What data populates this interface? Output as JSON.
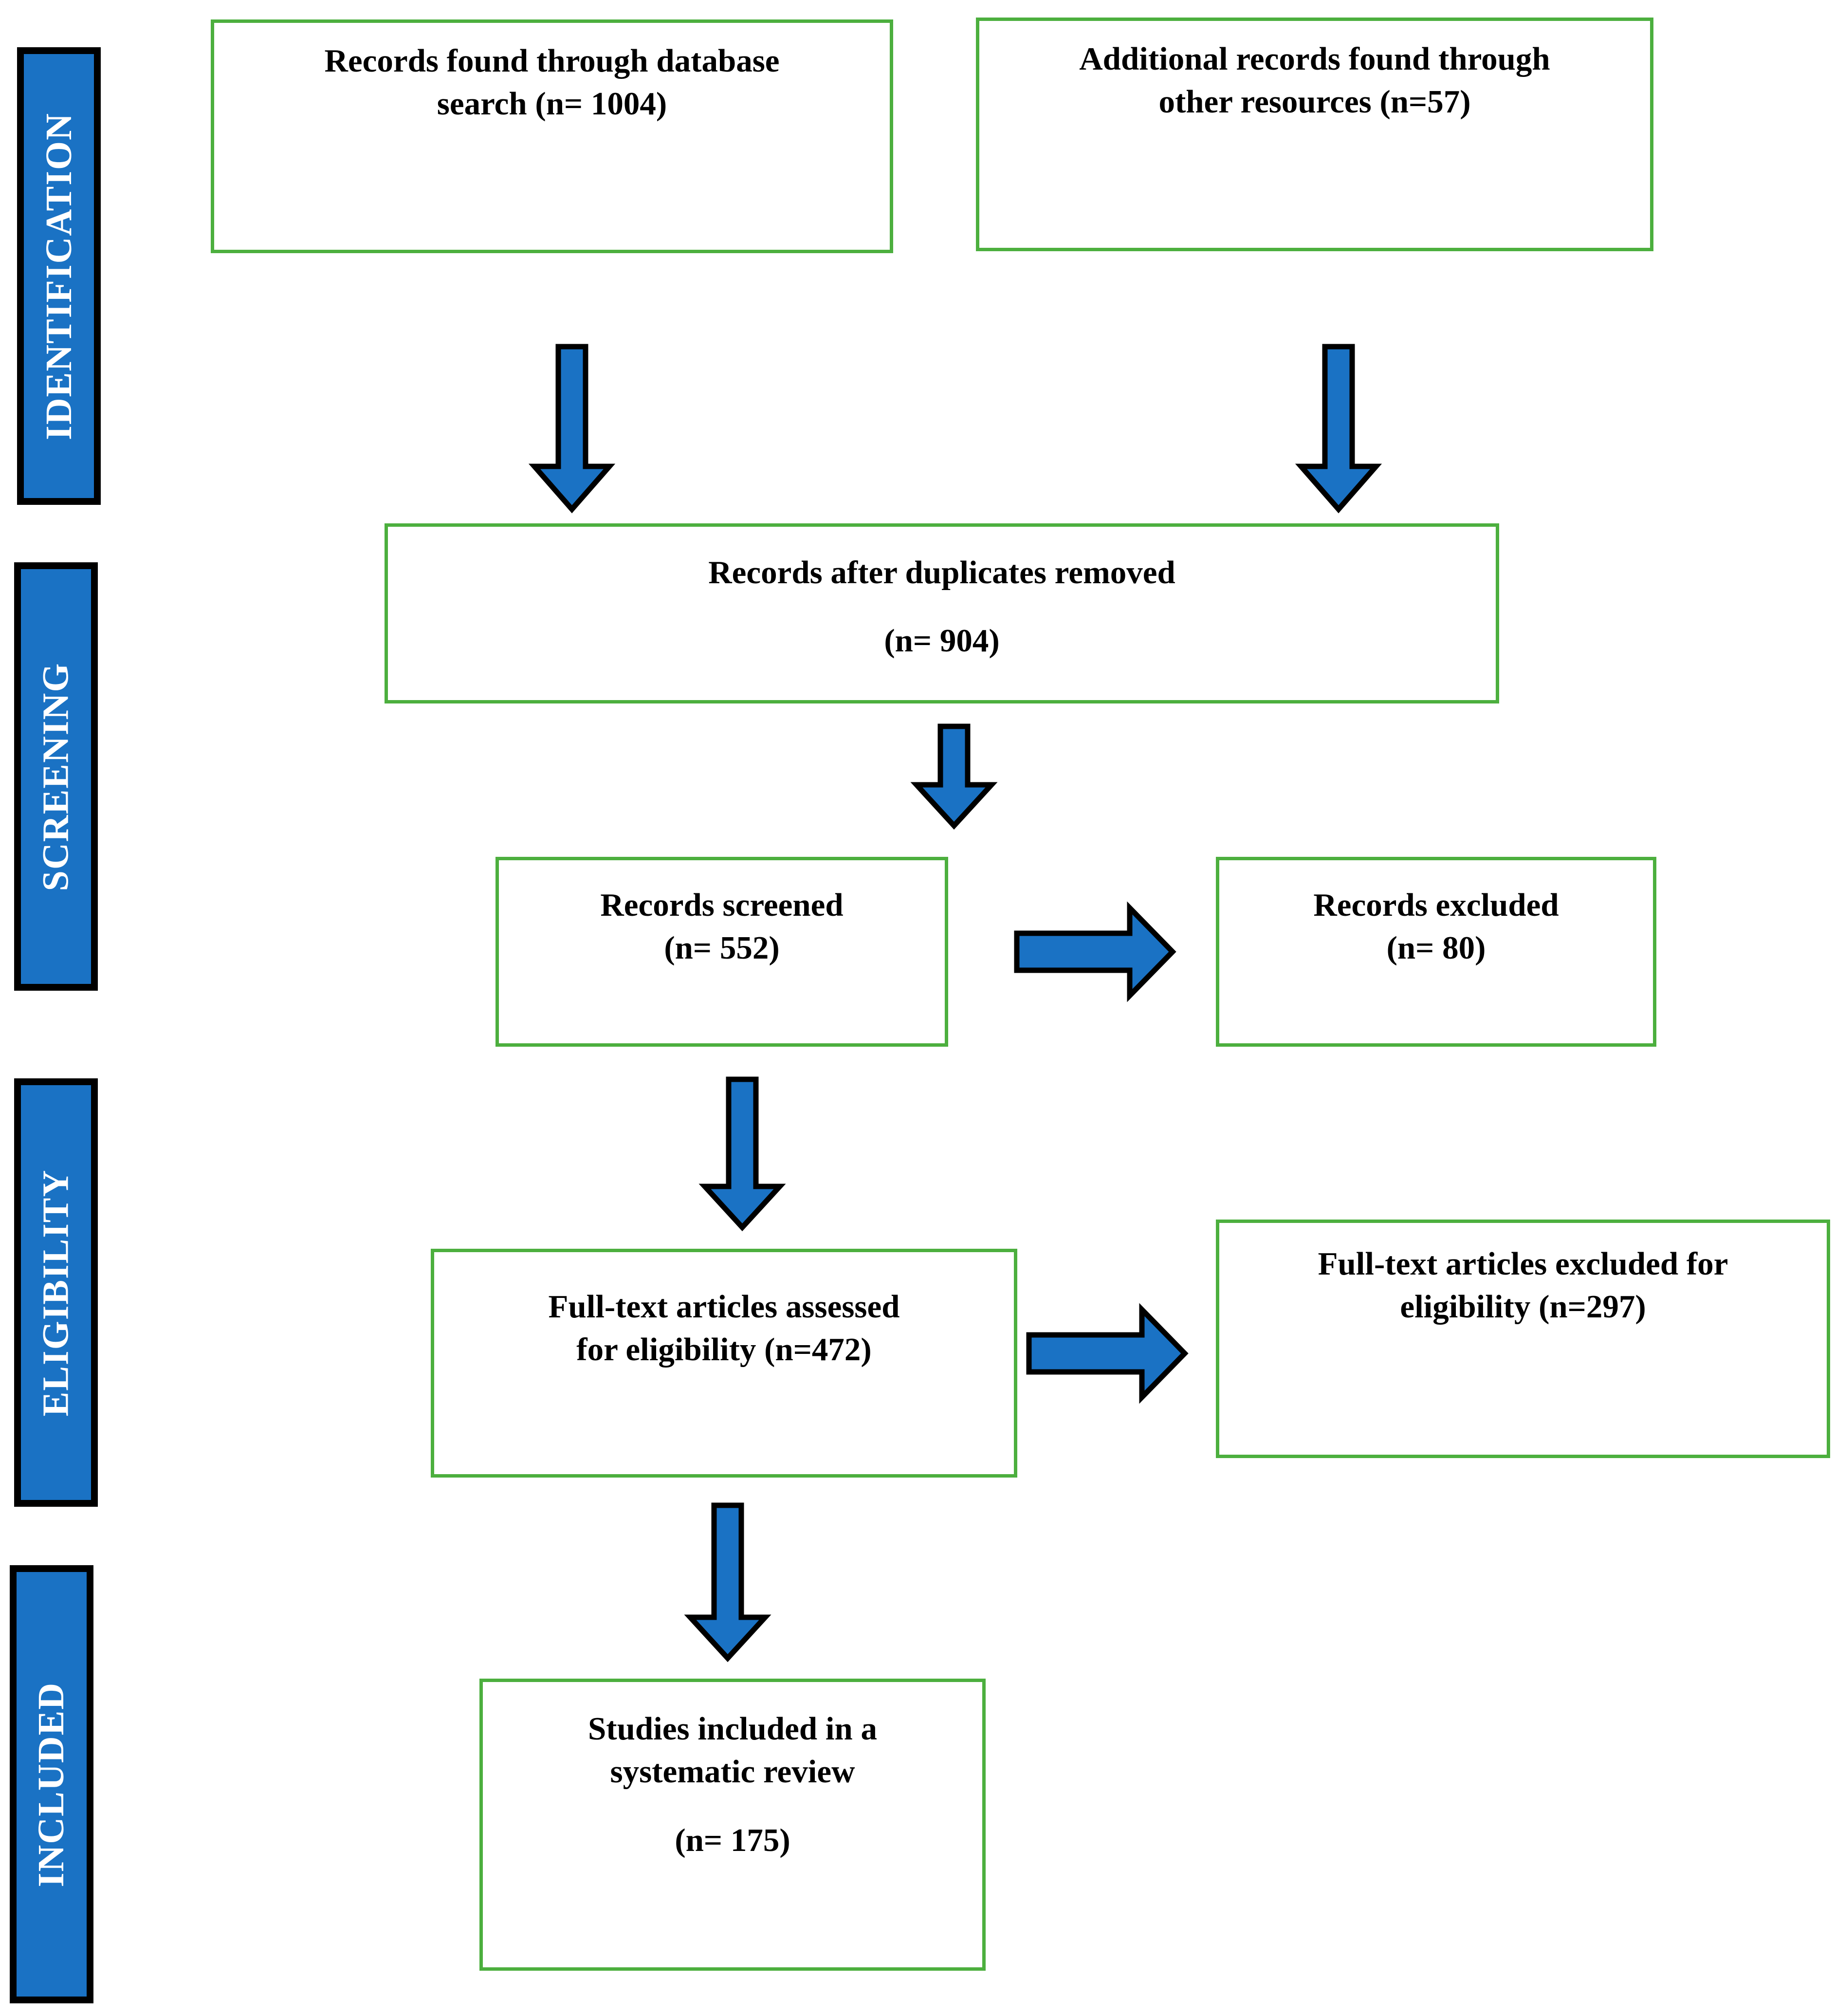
{
  "diagram": {
    "type": "prisma-flow-diagram",
    "title": "PRISMA flow diagram of study selection",
    "accent_colors": {
      "stage_bar_fill": "#1A72C4",
      "stage_bar_border": "#000000",
      "box_border": "#4CAF3E",
      "arrow_fill": "#1A72C4",
      "arrow_stroke": "#000000",
      "text": "#000000",
      "background": "#FFFFFF"
    }
  },
  "stages": [
    {
      "label": "IDENTIFICATION"
    },
    {
      "label": "SCREENING"
    },
    {
      "label": "ELIGIBILITY"
    },
    {
      "label": "INCLUDED"
    }
  ],
  "boxes": {
    "database_search": {
      "line1": "Records found through database",
      "line2": "search (n= 1004)",
      "count": 1004
    },
    "other_resources": {
      "line1": "Additional records found through",
      "line2": "other resources (n=57)",
      "count": 57
    },
    "duplicates_removed": {
      "line1": "Records after duplicates removed",
      "line2": "(n= 904)",
      "count": 904
    },
    "records_screened": {
      "line1": "Records screened",
      "line2": "(n= 552)",
      "count": 552
    },
    "records_excluded": {
      "line1": "Records excluded",
      "line2": "(n= 80)",
      "count": 80
    },
    "fulltext_assessed": {
      "line1": "Full-text articles assessed",
      "line2": "for eligibility (n=472)",
      "count": 472
    },
    "fulltext_excluded": {
      "line1": "Full-text articles excluded for",
      "line2": "eligibility (n=297)",
      "count": 297
    },
    "studies_included": {
      "line1": "Studies included in a",
      "line2": "systematic review",
      "line3": "(n= 175)",
      "count": 175
    }
  },
  "chart_data": {
    "type": "diagram",
    "title": "PRISMA flow diagram",
    "nodes": [
      {
        "id": "database_search",
        "stage": "IDENTIFICATION",
        "label": "Records found through database search",
        "n": 1004
      },
      {
        "id": "other_resources",
        "stage": "IDENTIFICATION",
        "label": "Additional records found through other resources",
        "n": 57
      },
      {
        "id": "duplicates_removed",
        "stage": "SCREENING",
        "label": "Records after duplicates removed",
        "n": 904
      },
      {
        "id": "records_screened",
        "stage": "SCREENING",
        "label": "Records screened",
        "n": 552
      },
      {
        "id": "records_excluded",
        "stage": "SCREENING",
        "label": "Records excluded",
        "n": 80
      },
      {
        "id": "fulltext_assessed",
        "stage": "ELIGIBILITY",
        "label": "Full-text articles assessed for eligibility",
        "n": 472
      },
      {
        "id": "fulltext_excluded",
        "stage": "ELIGIBILITY",
        "label": "Full-text articles excluded for eligibility",
        "n": 297
      },
      {
        "id": "studies_included",
        "stage": "INCLUDED",
        "label": "Studies included in a systematic review",
        "n": 175
      }
    ],
    "edges": [
      {
        "from": "database_search",
        "to": "duplicates_removed",
        "direction": "down"
      },
      {
        "from": "other_resources",
        "to": "duplicates_removed",
        "direction": "down"
      },
      {
        "from": "duplicates_removed",
        "to": "records_screened",
        "direction": "down"
      },
      {
        "from": "records_screened",
        "to": "records_excluded",
        "direction": "right"
      },
      {
        "from": "records_screened",
        "to": "fulltext_assessed",
        "direction": "down"
      },
      {
        "from": "fulltext_assessed",
        "to": "fulltext_excluded",
        "direction": "right"
      },
      {
        "from": "fulltext_assessed",
        "to": "studies_included",
        "direction": "down"
      }
    ]
  }
}
